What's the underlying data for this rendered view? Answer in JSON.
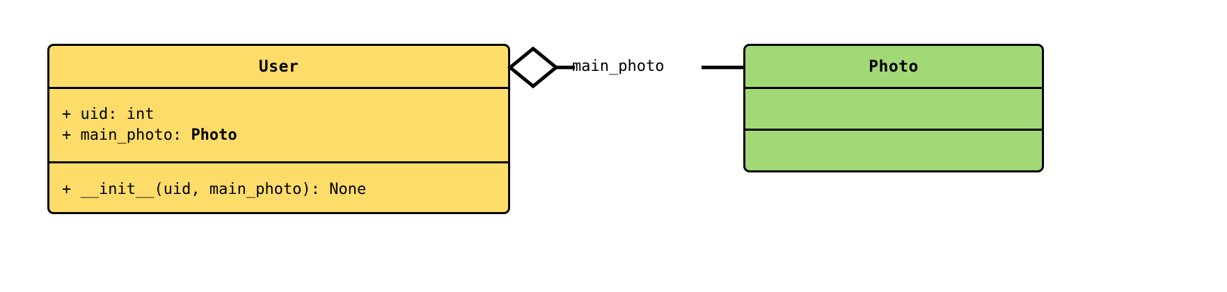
{
  "diagram": {
    "type": "uml-class-diagram",
    "background": "#ffffff",
    "line_color": "#000000"
  },
  "classes": [
    {
      "id": "user",
      "name": "User",
      "fill": "#fddc6a",
      "attributes": [
        {
          "text": "+ uid: int",
          "type_ref": ""
        },
        {
          "prefix": "+ main_photo: ",
          "type_ref": "Photo"
        }
      ],
      "methods": [
        {
          "text": "+ __init__(uid, main_photo): None"
        }
      ]
    },
    {
      "id": "photo",
      "name": "Photo",
      "fill": "#a3d877",
      "attributes": [],
      "methods": []
    }
  ],
  "relationships": [
    {
      "id": "user-photo-aggregation",
      "kind": "aggregation",
      "source": "User",
      "target": "Photo",
      "label": "main_photo",
      "diamond_fill": "#ffffff",
      "diamond_stroke": "#000000"
    }
  ]
}
